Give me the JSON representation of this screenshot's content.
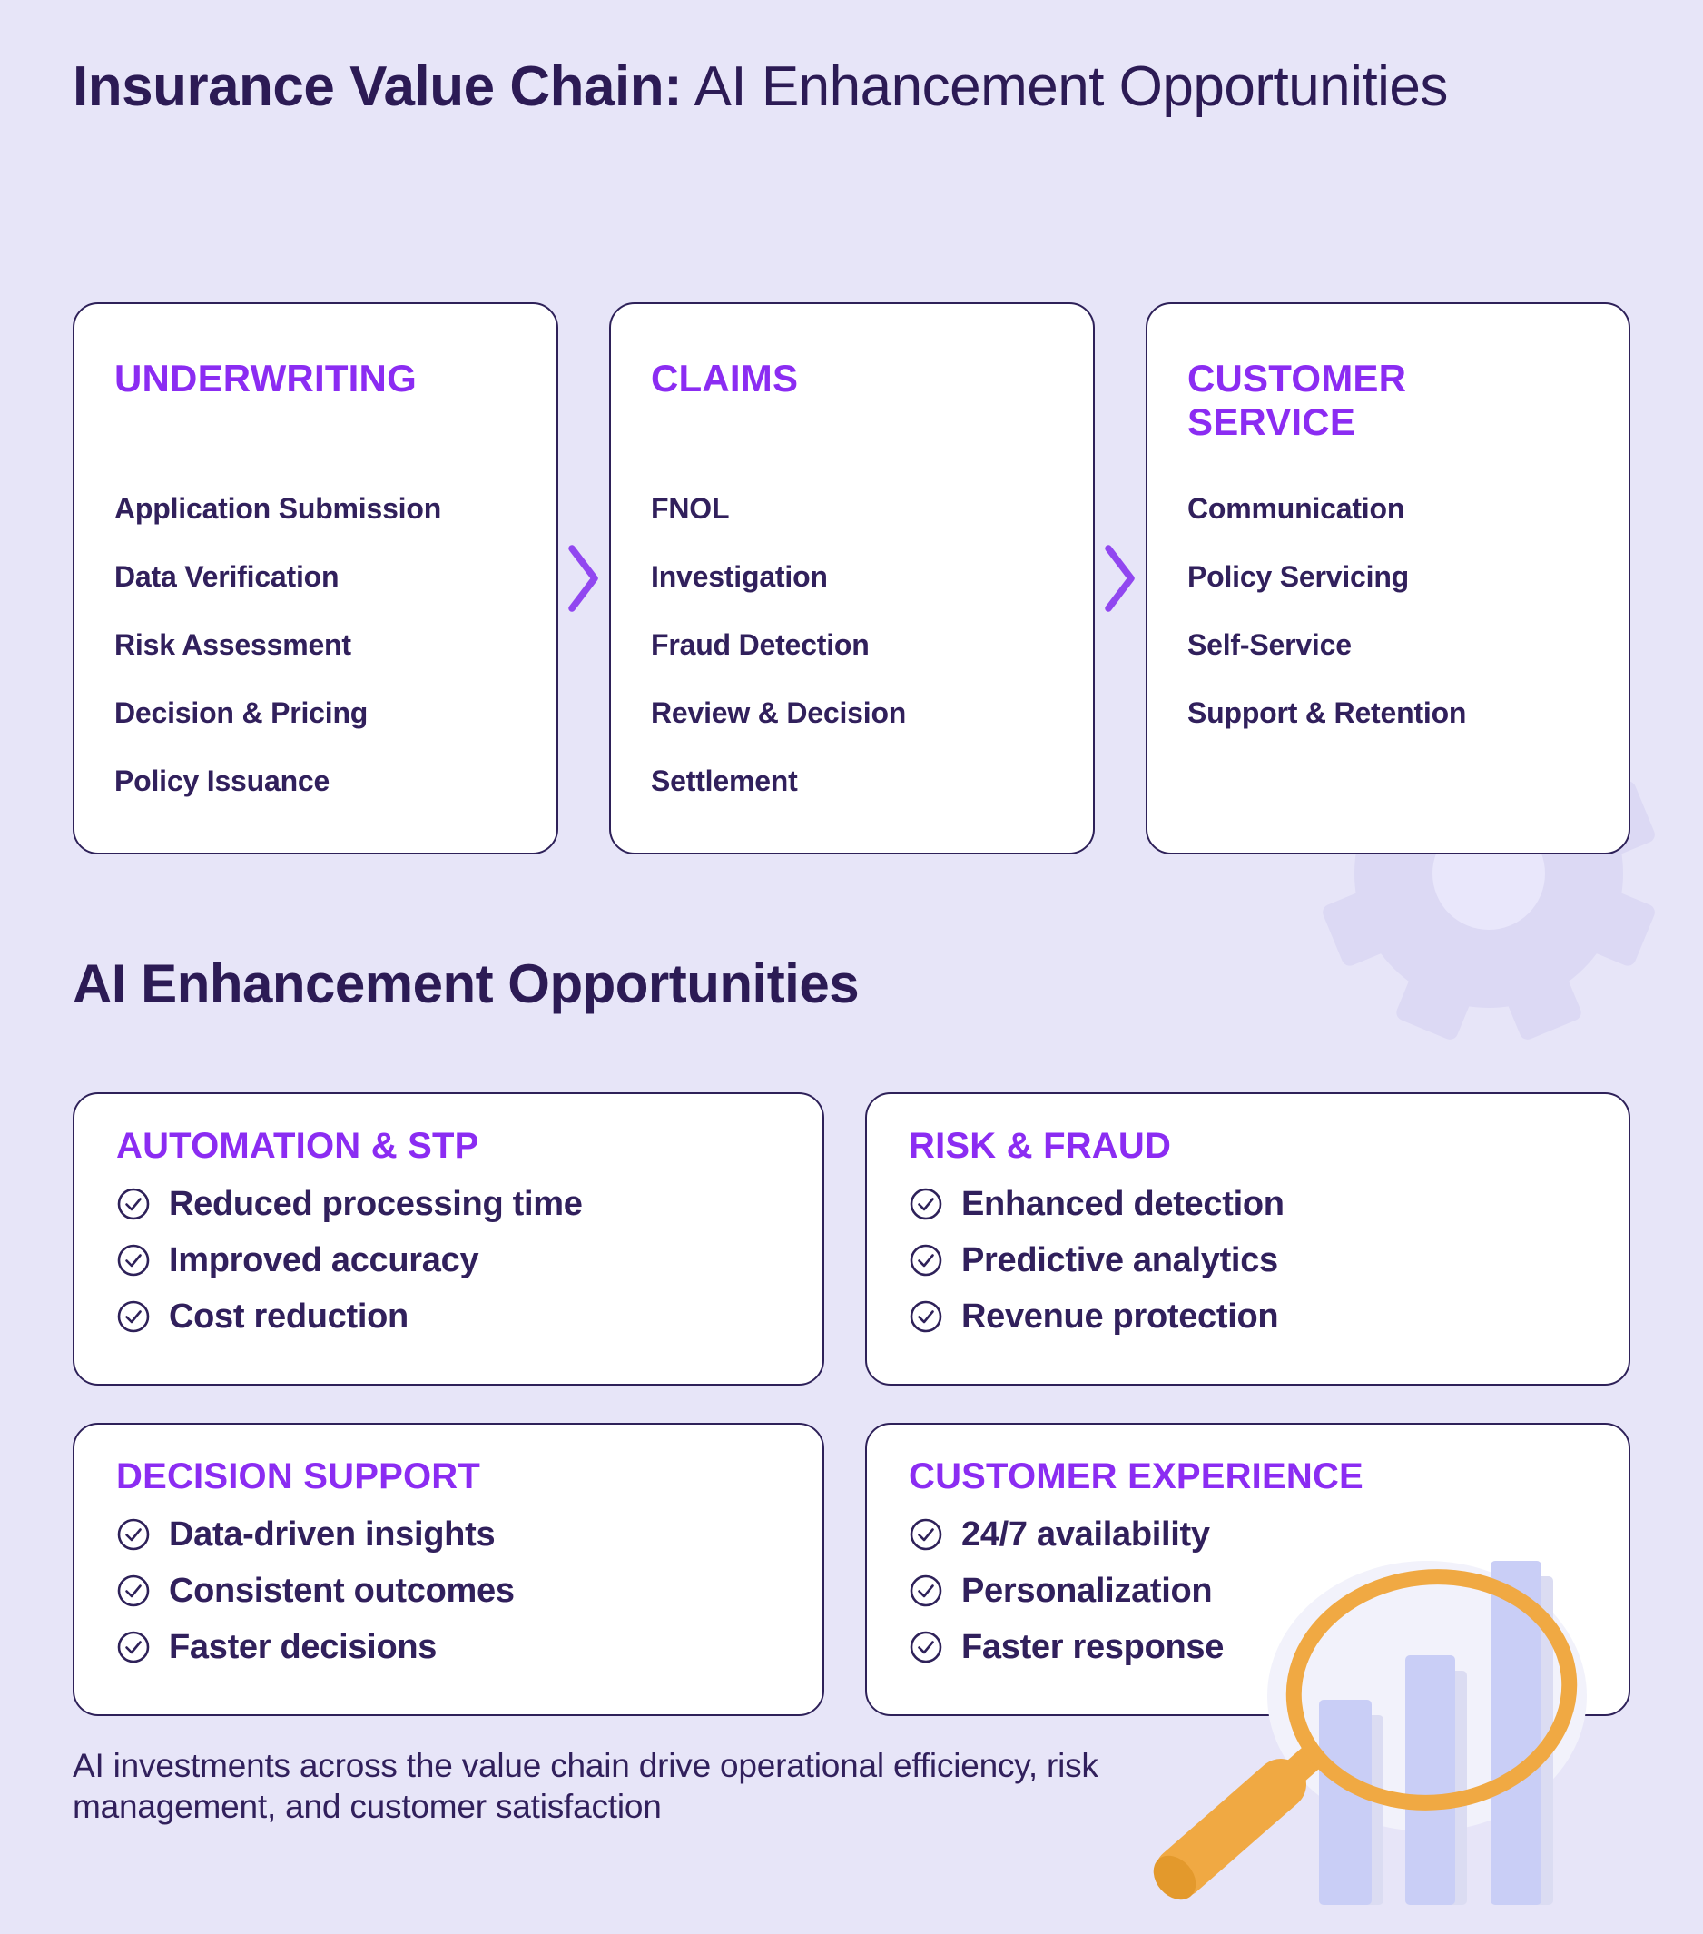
{
  "title": {
    "bold": "Insurance Value Chain:",
    "regular": " AI Enhancement Opportunities"
  },
  "value_chain": {
    "cards": [
      {
        "heading": "UNDERWRITING",
        "items": [
          "Application Submission",
          "Data Verification",
          "Risk Assessment",
          "Decision & Pricing",
          "Policy Issuance"
        ]
      },
      {
        "heading": "CLAIMS",
        "items": [
          "FNOL",
          "Investigation",
          "Fraud Detection",
          "Review & Decision",
          "Settlement"
        ]
      },
      {
        "heading": "CUSTOMER SERVICE",
        "items": [
          "Communication",
          "Policy Servicing",
          "Self-Service",
          "Support & Retention"
        ]
      }
    ]
  },
  "section2_title": "AI Enhancement Opportunities",
  "opportunities": {
    "cards": [
      {
        "heading": "AUTOMATION & STP",
        "items": [
          "Reduced processing time",
          "Improved accuracy",
          "Cost reduction"
        ]
      },
      {
        "heading": "RISK & FRAUD",
        "items": [
          "Enhanced detection",
          "Predictive analytics",
          "Revenue protection"
        ]
      },
      {
        "heading": "DECISION SUPPORT",
        "items": [
          "Data-driven insights",
          "Consistent outcomes",
          "Faster decisions"
        ]
      },
      {
        "heading": "CUSTOMER EXPERIENCE",
        "items": [
          "24/7 availability",
          "Personalization",
          "Faster response"
        ]
      }
    ]
  },
  "footer": "AI investments across the value chain drive operational efficiency, risk management, and customer satisfaction",
  "icons": {
    "chevron": "chevron-right-icon",
    "check": "check-circle-icon",
    "gear": "gear-icon",
    "magnifier": "magnifying-glass-bar-chart-icon"
  },
  "colors": {
    "background": "#E7E5F8",
    "card_background": "#FFFFFF",
    "card_border": "#2E2159",
    "accent_purple": "#8B2CF2",
    "chevron_purple": "#9147F0",
    "text_dark": "#2C1B55",
    "item_text": "#31205C",
    "amber": "#F0A943",
    "amber_dark": "#E3992C",
    "bar_lavender": "#C9CEF6",
    "gear_lavender": "#DCD9F4"
  }
}
